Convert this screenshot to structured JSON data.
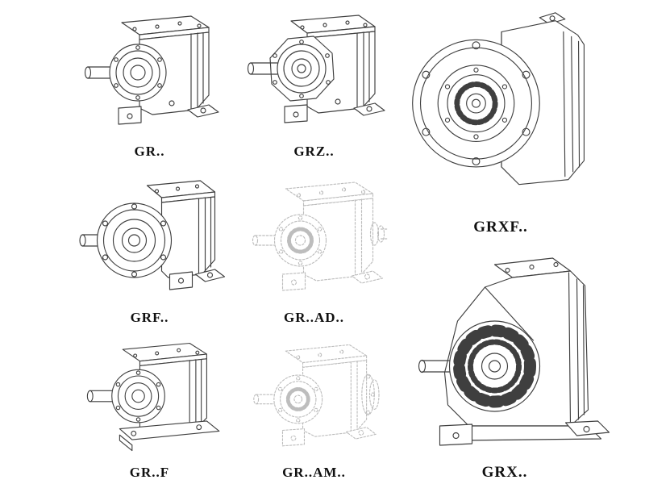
{
  "page": {
    "background": "#ffffff",
    "line_color": "#3f3f3f",
    "ghost_line_color": "#bdbdbd",
    "label_color": "#101010"
  },
  "catalog": {
    "items": [
      {
        "id": "gr",
        "label": "GR..",
        "line_style": "solid"
      },
      {
        "id": "grz",
        "label": "GRZ..",
        "line_style": "solid"
      },
      {
        "id": "grxf",
        "label": "GRXF..",
        "line_style": "solid"
      },
      {
        "id": "grf",
        "label": "GRF..",
        "line_style": "solid"
      },
      {
        "id": "grad",
        "label": "GR..AD..",
        "line_style": "dashed"
      },
      {
        "id": "grfoot",
        "label": "GR..F",
        "line_style": "solid"
      },
      {
        "id": "gram",
        "label": "GR..AM..",
        "line_style": "dashed"
      },
      {
        "id": "grx",
        "label": "GRX..",
        "line_style": "solid"
      }
    ]
  }
}
